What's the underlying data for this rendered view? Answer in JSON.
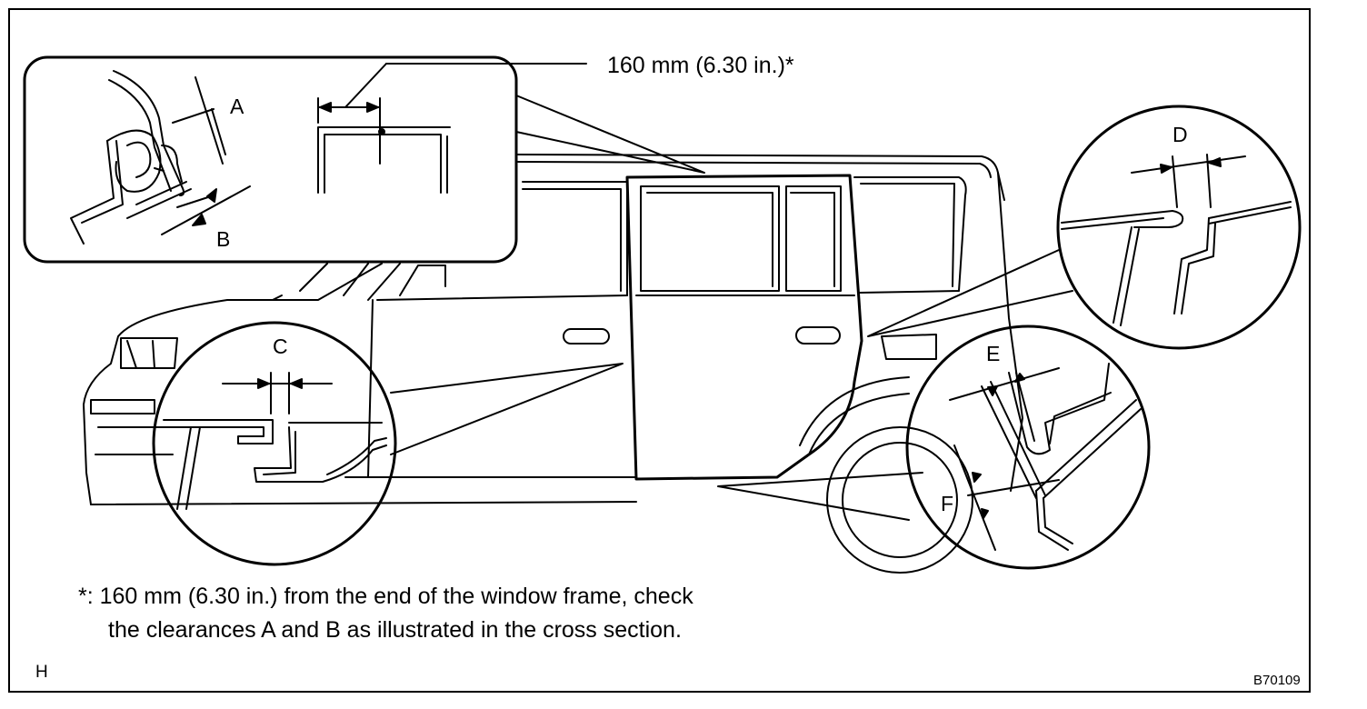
{
  "figure": {
    "callout_dimension": "160 mm (6.30 in.)*",
    "labels": {
      "A": "A",
      "B": "B",
      "C": "C",
      "D": "D",
      "E": "E",
      "F": "F"
    },
    "note_line1": "*: 160 mm (6.30 in.) from the end of the window frame, check",
    "note_line2": "the clearances A and B as illustrated in the cross section.",
    "corner_mark": "H",
    "figure_code": "B70109"
  }
}
